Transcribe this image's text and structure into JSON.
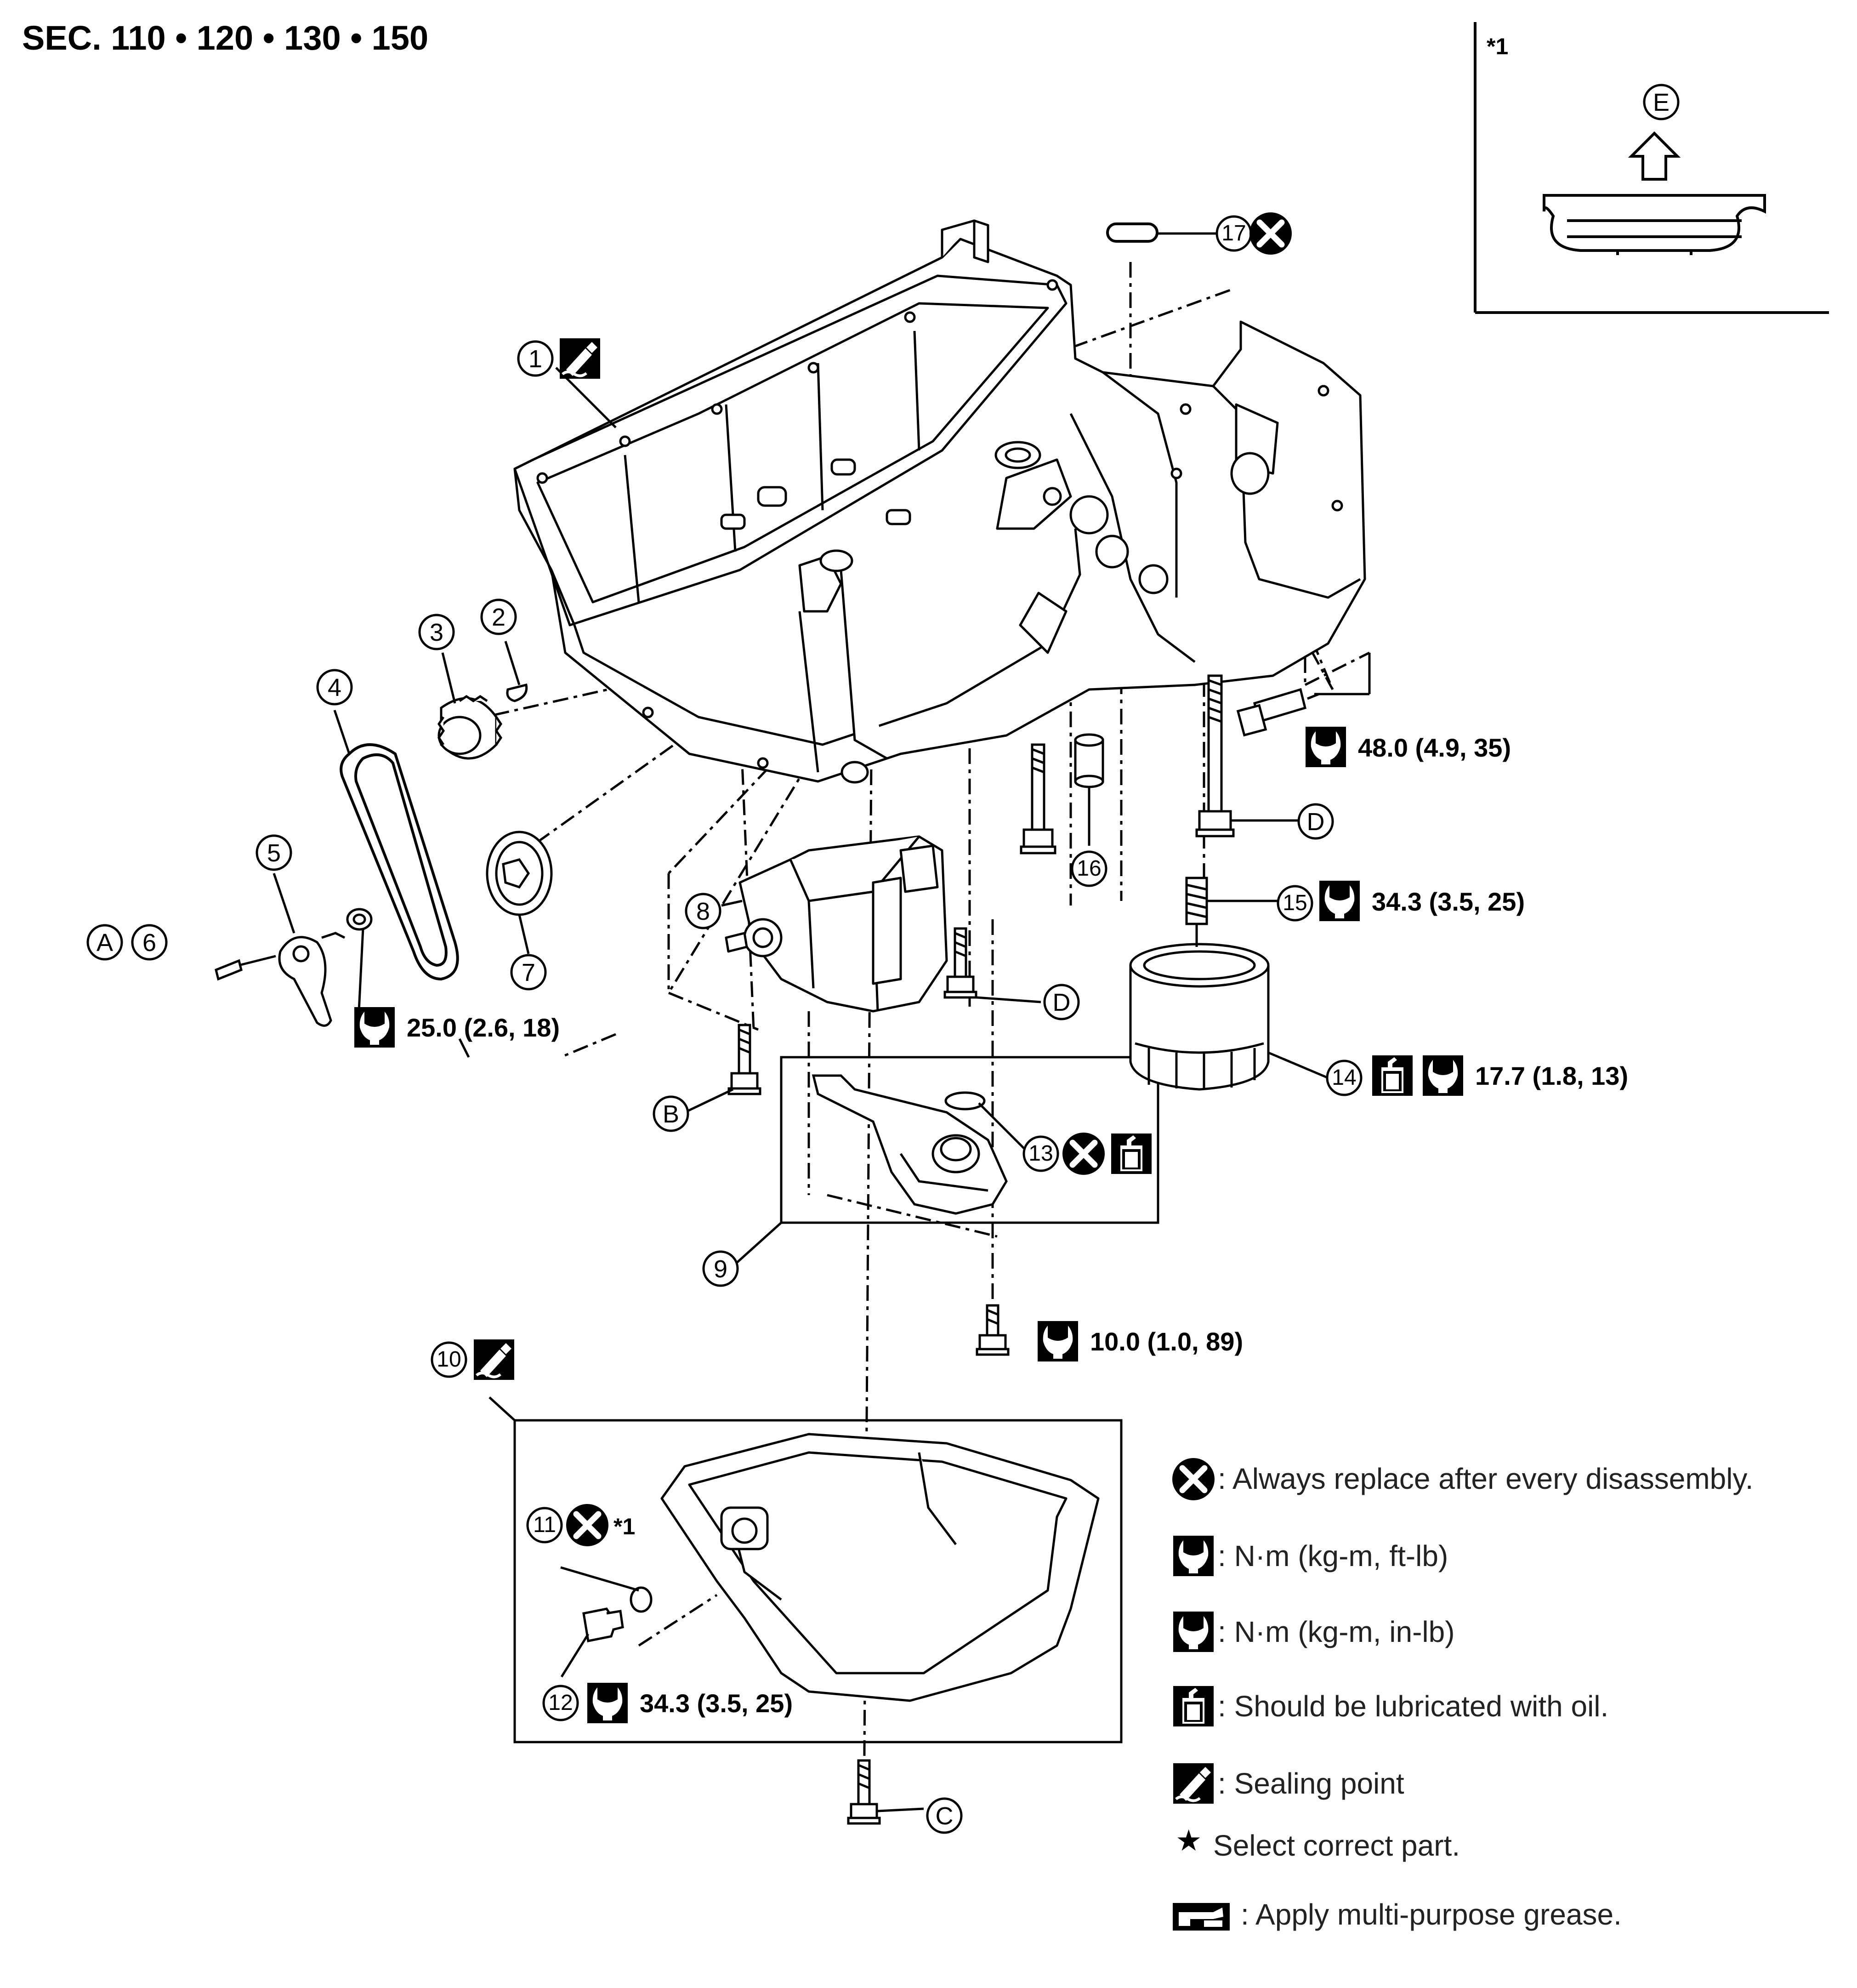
{
  "section_title": "SEC. 110 • 120 • 130 • 150",
  "inset": {
    "label": "*1",
    "ref_letter": "E"
  },
  "callouts": [
    "1",
    "2",
    "3",
    "4",
    "5",
    "6",
    "7",
    "8",
    "9",
    "10",
    "11",
    "12",
    "13",
    "14",
    "15",
    "16",
    "17"
  ],
  "ref_letters": {
    "A": "A",
    "B": "B",
    "C": "C",
    "D": "D",
    "E": "E"
  },
  "asterisk_ref": "*1",
  "torque_specs": {
    "t48": "48.0 (4.9, 35)",
    "t34_filter": "34.3 (3.5, 25)",
    "t25": "25.0 (2.6, 18)",
    "t17": "17.7 (1.8, 13)",
    "t10": "10.0 (1.0, 89)",
    "t34_drain": "34.3 (3.5, 25)"
  },
  "legend": {
    "replace": ": Always replace after every disassembly.",
    "nm_ftlb": ": N·m (kg-m, ft-lb)",
    "nm_inlb": ": N·m (kg-m, in-lb)",
    "lubricate": ": Should be lubricated with oil.",
    "sealing": ": Sealing point",
    "select": "Select correct part.",
    "grease": ": Apply multi-purpose grease."
  },
  "icons": {
    "replace": "circle-x-icon",
    "torque_ft": "torque-wrench-icon",
    "torque_in": "torque-wrench-filled-icon",
    "oil": "oil-can-icon",
    "seal": "sealant-icon",
    "star": "star-icon",
    "grease": "grease-icon"
  }
}
